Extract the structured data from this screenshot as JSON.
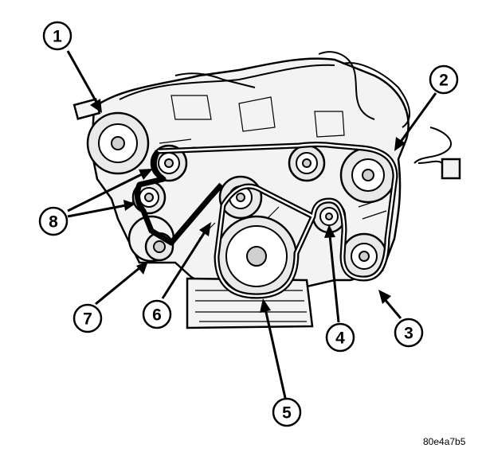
{
  "figure_code": "80e4a7b5",
  "callouts": [
    {
      "id": "1",
      "label": "1"
    },
    {
      "id": "2",
      "label": "2"
    },
    {
      "id": "3",
      "label": "3"
    },
    {
      "id": "4",
      "label": "4"
    },
    {
      "id": "5",
      "label": "5"
    },
    {
      "id": "6",
      "label": "6"
    },
    {
      "id": "7",
      "label": "7"
    },
    {
      "id": "8",
      "label": "8"
    }
  ]
}
